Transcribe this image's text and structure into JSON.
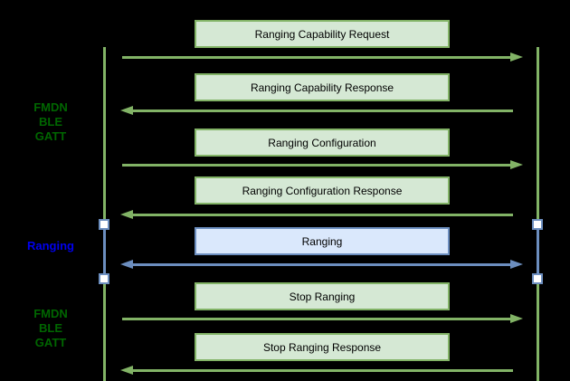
{
  "colors": {
    "background": "#000000",
    "green_line": "#82b366",
    "green_fill": "#d5e8d4",
    "blue_line": "#6c8ebf",
    "blue_fill": "#dae8fc",
    "label_green": "#006600",
    "label_blue": "#0000ee",
    "box_text": "#000000",
    "marker_fill": "#ffffff"
  },
  "diagram": {
    "side_labels": [
      {
        "text": "FMDN\nBLE\nGATT",
        "color": "green"
      },
      {
        "text": "Ranging",
        "color": "blue"
      },
      {
        "text": "FMDN\nBLE\nGATT",
        "color": "green"
      }
    ],
    "messages": [
      {
        "label": "Ranging Capability Request",
        "direction": "right",
        "style": "green"
      },
      {
        "label": "Ranging Capability Response",
        "direction": "left",
        "style": "green"
      },
      {
        "label": "Ranging Configuration",
        "direction": "right",
        "style": "green"
      },
      {
        "label": "Ranging Configuration Response",
        "direction": "left",
        "style": "green"
      },
      {
        "label": "Ranging",
        "direction": "both",
        "style": "blue"
      },
      {
        "label": "Stop Ranging",
        "direction": "right",
        "style": "green"
      },
      {
        "label": "Stop Ranging Response",
        "direction": "left",
        "style": "green"
      }
    ]
  }
}
